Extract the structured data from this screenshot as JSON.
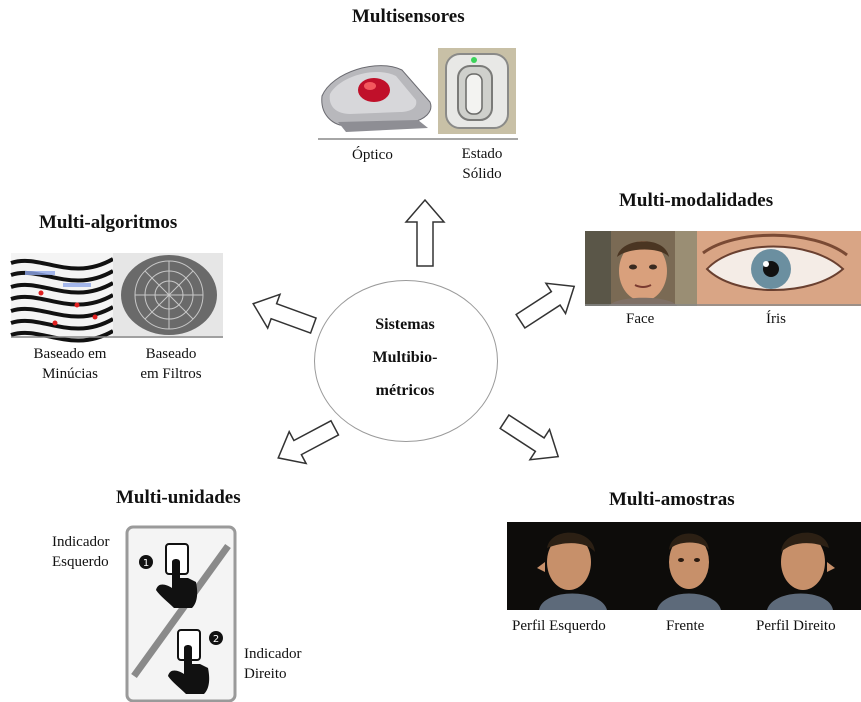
{
  "center": {
    "line1": "Sistemas",
    "line2": "Multibio-",
    "line3": "métricos"
  },
  "multisensores": {
    "title": "Multisensores",
    "caption_left": "Óptico",
    "caption_right_1": "Estado",
    "caption_right_2": "Sólido"
  },
  "multi_modalidades": {
    "title": "Multi-modalidades",
    "caption_left": "Face",
    "caption_right": "Íris"
  },
  "multi_algoritmos": {
    "title": "Multi-algoritmos",
    "caption_left_1": "Baseado em",
    "caption_left_2": "Minúcias",
    "caption_right_1": "Baseado",
    "caption_right_2": "em Filtros"
  },
  "multi_unidades": {
    "title": "Multi-unidades",
    "label_top_1": "Indicador",
    "label_top_2": "Esquerdo",
    "label_bottom_1": "Indicador",
    "label_bottom_2": "Direito",
    "badge_top": "1",
    "badge_bottom": "2"
  },
  "multi_amostras": {
    "title": "Multi-amostras",
    "caption_1": "Perfil Esquerdo",
    "caption_2": "Frente",
    "caption_3": "Perfil Direito"
  }
}
